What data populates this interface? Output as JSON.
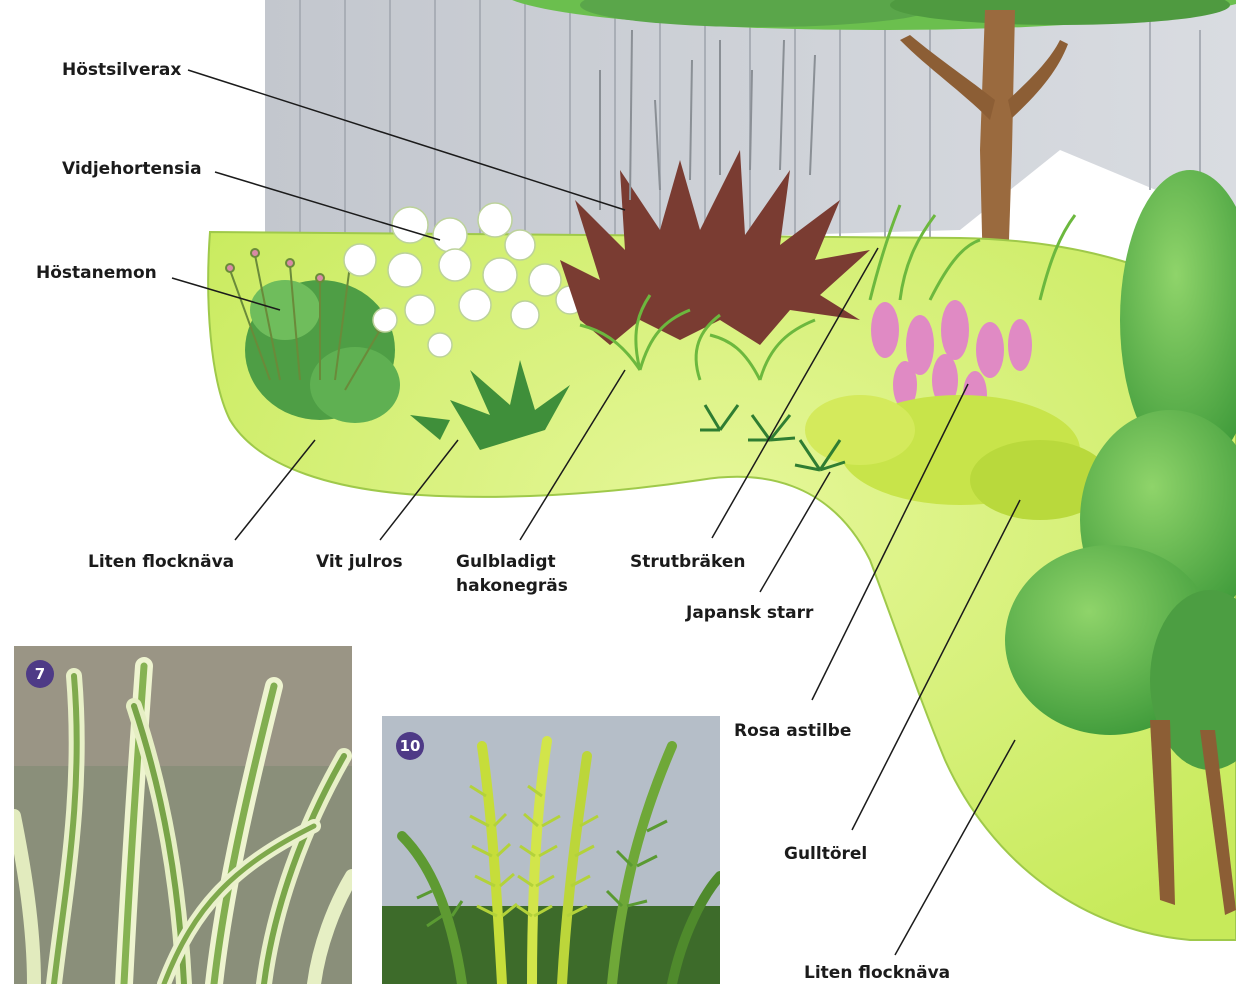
{
  "labels": {
    "hostsilverax": "Höstsilverax",
    "vidjehortensia": "Vidjehortensia",
    "hostanemon": "Höstanemon",
    "liten_flocknava_1": "Liten flocknäva",
    "vit_julros": "Vit julros",
    "gulbladigt_1": "Gulbladigt",
    "gulbladigt_2": "hakonegräs",
    "strutbraken": "Strutbräken",
    "japansk_starr": "Japansk starr",
    "rosa_astilbe": "Rosa astilbe",
    "gulltorel": "Gulltörel",
    "liten_flocknava_2": "Liten flocknäva"
  },
  "photos": [
    {
      "badge": "7",
      "icon": "variegated-sedge-photo"
    },
    {
      "badge": "10",
      "icon": "ostrich-fern-photo"
    }
  ],
  "colors": {
    "badge": "#4e3a86",
    "fence": "#c9cdd3",
    "lawn": "#d9f27e",
    "foliage": "#5aa64a",
    "heuchera": "#7a3c32",
    "astilbe": "#e08ac4"
  }
}
